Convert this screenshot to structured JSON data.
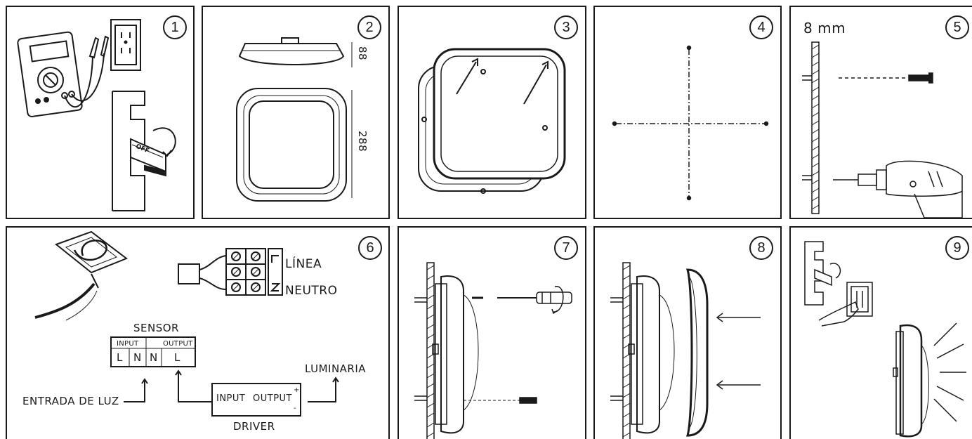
{
  "steps": [
    {
      "num": "1"
    },
    {
      "num": "2",
      "dim_height": "88",
      "dim_width": "288"
    },
    {
      "num": "3"
    },
    {
      "num": "4"
    },
    {
      "num": "5",
      "drill_size": "8 mm"
    },
    {
      "num": "6",
      "terminal_line": "LÍNEA",
      "terminal_neutral": "NEUTRO",
      "sensor_title": "SENSOR",
      "sensor_input": "INPUT",
      "sensor_output": "OUTPUT",
      "sensor_pins": [
        "L",
        "N",
        "N",
        "L"
      ],
      "entrada": "ENTRADA DE LUZ",
      "driver_input": "INPUT",
      "driver_output": "OUTPUT",
      "driver_plus": "+",
      "driver_minus": "-",
      "driver_title": "DRIVER",
      "luminaria": "LUMINARIA"
    },
    {
      "num": "7"
    },
    {
      "num": "8"
    },
    {
      "num": "9"
    }
  ],
  "switch_label": "OFF"
}
